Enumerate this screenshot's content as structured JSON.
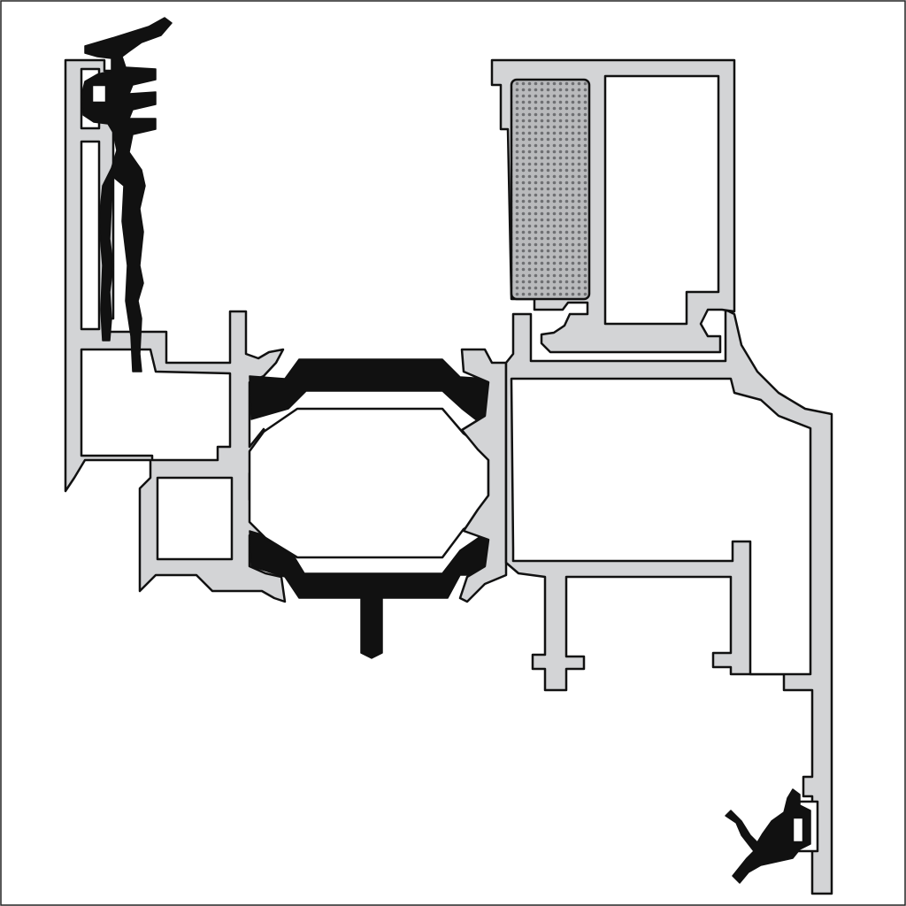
{
  "diagram": {
    "kind": "window-frame-profile-cross-section",
    "colors": {
      "background": "#ffffff",
      "aluminium": "#d3d4d6",
      "outline": "#111111",
      "gasket": "#111111",
      "insulation_fill": "#b9babc",
      "insulation_dot": "#6e6f72",
      "frame_border": "#222222"
    },
    "components": [
      "outer-frame-profile",
      "sash-profile",
      "thermal-break-strip",
      "glazing-gasket",
      "insulation-block",
      "bottom-seal-gasket"
    ]
  }
}
